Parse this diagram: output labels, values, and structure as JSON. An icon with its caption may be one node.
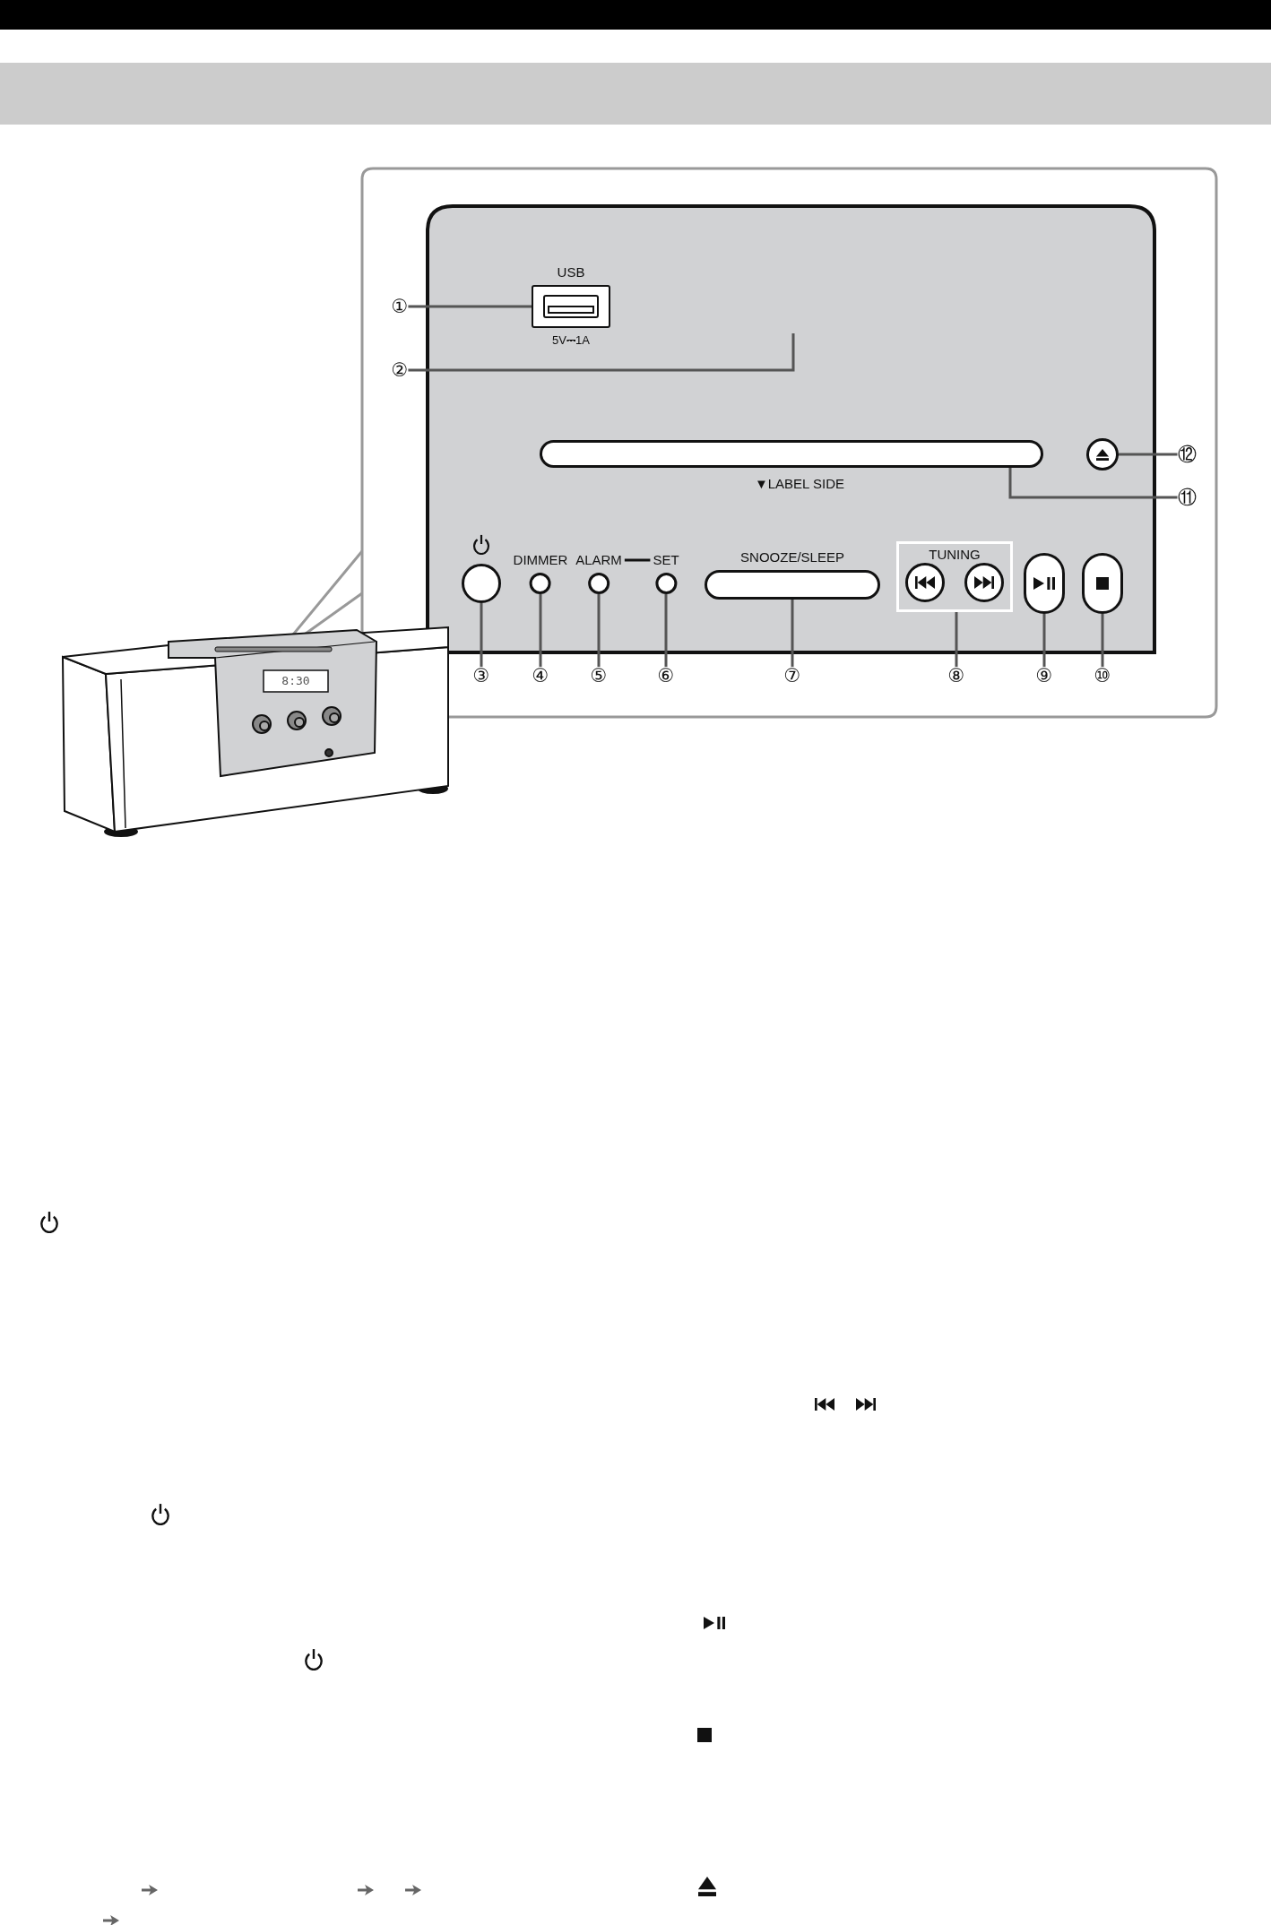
{
  "diagram": {
    "nodes": [
      {
        "text": [
          "①"
        ]
      },
      {
        "text": [
          "USB",
          "5V⎓1A"
        ]
      },
      {
        "text": [
          "②"
        ]
      },
      {
        "text": [
          "⑫"
        ]
      },
      {
        "text": [],
        "shape": "circle"
      },
      {
        "text": [],
        "shape": "bar",
        "beside": [
          "▼LABEL SIDE"
        ]
      },
      {
        "text": [
          "⑪"
        ]
      },
      {
        "text": [],
        "shape": "circle"
      },
      {
        "text": [
          "DIMMER"
        ]
      },
      {
        "text": [
          "ALARM"
        ]
      },
      {
        "text": [
          "SET"
        ]
      },
      {
        "text": [
          "SNOOZE/SLEEP"
        ]
      },
      {
        "text": [
          "TUNING"
        ]
      },
      {
        "text": [],
        "shape": "circle",
        "in": 12
      },
      {
        "text": [],
        "shape": "circle",
        "in": 12
      },
      {
        "text": [],
        "shape": "box"
      },
      {
        "text": [],
        "shape": "box"
      },
      {
        "text": [
          "③"
        ]
      },
      {
        "text": [
          "④"
        ]
      },
      {
        "text": [
          "⑤"
        ]
      },
      {
        "text": [
          "⑥"
        ]
      },
      {
        "text": [
          "⑦"
        ]
      },
      {
        "text": [
          "⑧"
        ]
      },
      {
        "text": [
          "⑨"
        ]
      },
      {
        "text": [
          "⑩"
        ]
      }
    ],
    "edges": [
      {
        "from": 0,
        "to": 1,
        "arrow": "none"
      },
      {
        "from": 2,
        "to": null,
        "arrow": "none"
      },
      {
        "from": 3,
        "to": 4,
        "arrow": "none"
      },
      {
        "from": 6,
        "to": 5,
        "arrow": "none"
      },
      {
        "from": 9,
        "to": 10,
        "arrow": "none"
      },
      {
        "from": 17,
        "to": 7,
        "arrow": "none"
      },
      {
        "from": 18,
        "to": 8,
        "arrow": "none"
      },
      {
        "from": 19,
        "to": 9,
        "arrow": "none"
      },
      {
        "from": 20,
        "to": 10,
        "arrow": "none"
      },
      {
        "from": 21,
        "to": 11,
        "arrow": "none"
      },
      {
        "from": 22,
        "to": 12,
        "arrow": "none"
      },
      {
        "from": 23,
        "to": 15,
        "arrow": "none"
      },
      {
        "from": 24,
        "to": 16,
        "arrow": "none"
      }
    ],
    "labels": [
      "8:30"
    ]
  }
}
